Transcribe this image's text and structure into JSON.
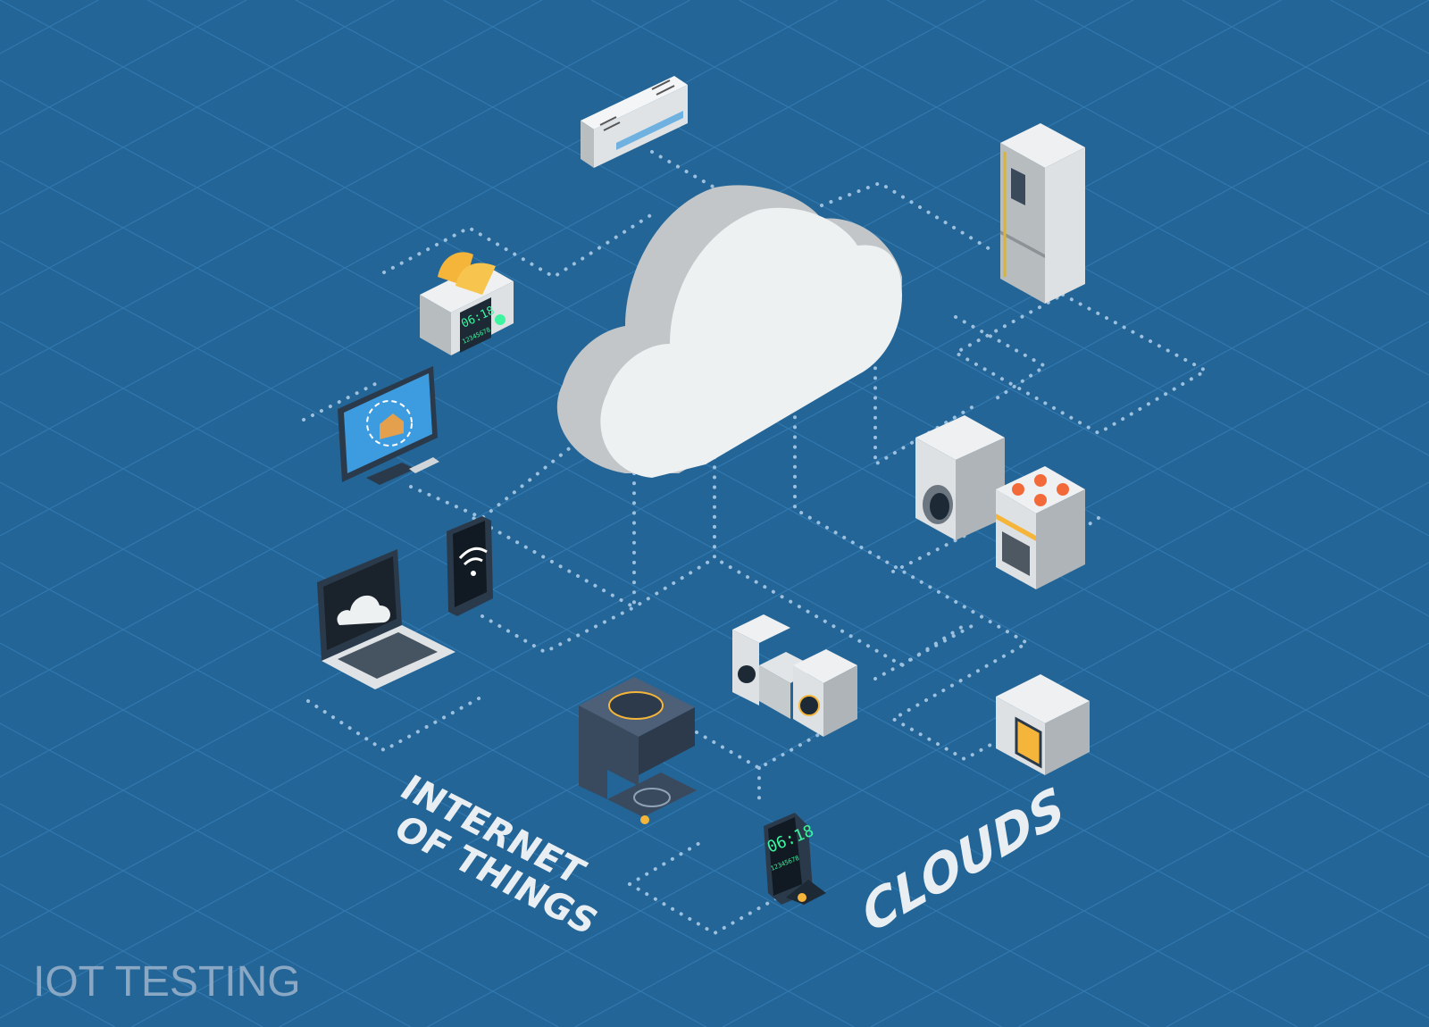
{
  "caption": "IOT TESTING",
  "labels": {
    "iot_line1": "INTERNET",
    "iot_line2": "OF THINGS",
    "clouds": "CLOUDS"
  },
  "toaster_display": {
    "time": "06:18",
    "digits": "12345678"
  },
  "clock_display": {
    "time": "06:18",
    "digits": "12345678"
  },
  "colors": {
    "background": "#236597",
    "grid": "#3d88c2",
    "dots": "#9cc0dd",
    "cloud": "#eef1f2",
    "caption": "#8aa8c4"
  },
  "icons": [
    "cloud-icon",
    "air-conditioner-icon",
    "refrigerator-icon",
    "toaster-icon",
    "monitor-icon",
    "smartphone-wifi-icon",
    "laptop-cloud-icon",
    "washing-machine-icon",
    "stove-icon",
    "speakers-stereo-icon",
    "coffee-maker-icon",
    "microwave-icon",
    "alarm-clock-icon"
  ]
}
